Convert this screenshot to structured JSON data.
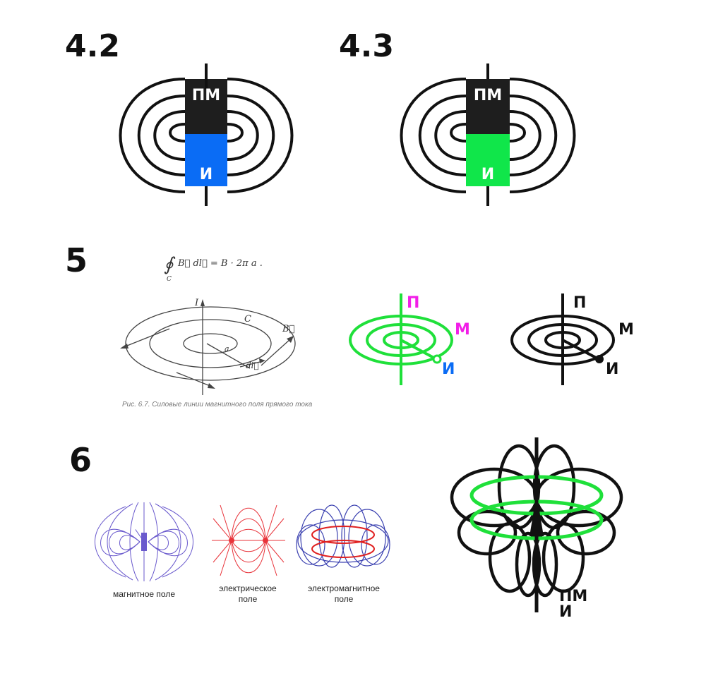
{
  "section_labels": {
    "s42": "4.2",
    "s43": "4.3",
    "s5": "5",
    "s6": "6"
  },
  "magnet_42": {
    "top_label": "ПМ",
    "bottom_label": "И",
    "top_color": "#1e1e1e",
    "bottom_color": "#0a6cf5"
  },
  "magnet_43": {
    "top_label": "ПМ",
    "bottom_label": "И",
    "top_color": "#1e1e1e",
    "bottom_color": "#10e64a"
  },
  "figure5": {
    "formula": {
      "integral": "∮",
      "subscript": "C",
      "body": "B⃗ dl⃗ = B · 2π a ."
    },
    "labels": {
      "current": "I",
      "contour": "C",
      "field": "B⃗",
      "radius": "a",
      "element": "dl⃗"
    },
    "caption": "Рис. 6.7. Силовые линии магнитного поля прямого тока"
  },
  "spiral_color": {
    "label_p": "П",
    "label_m": "М",
    "label_i": "И",
    "p_color": "#f21ee8",
    "m_color": "#f21ee8",
    "i_color": "#0a6cf5",
    "line_color": "#1fe03a"
  },
  "spiral_black": {
    "label_p": "П",
    "label_m": "М",
    "label_i": "И",
    "line_color": "#111111"
  },
  "figure6": {
    "captions": {
      "magnetic": "магнитное поле",
      "electric_1": "электрическое",
      "electric_2": "поле",
      "em_1": "электромагнитное",
      "em_2": "поле"
    },
    "colors": {
      "magnetic": "#6a5acd",
      "electric": "#e8333a",
      "em_blue": "#3a40b0",
      "em_red": "#e02020"
    }
  },
  "torus_figure": {
    "label_top": "ПМ",
    "label_bottom": "И",
    "ring_color": "#1fe03a"
  }
}
